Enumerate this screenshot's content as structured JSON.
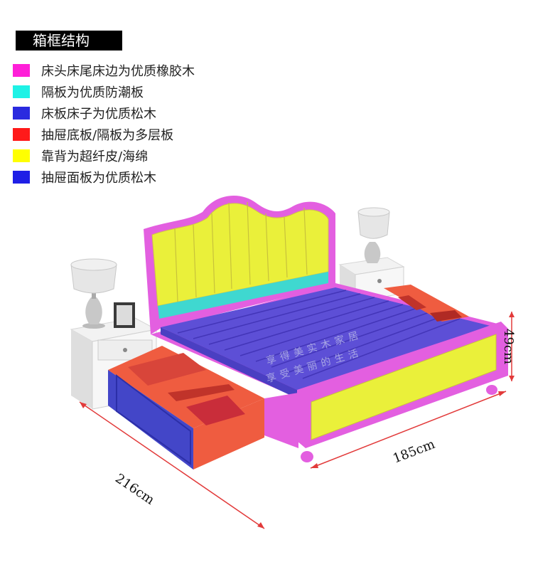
{
  "title": "箱框结构",
  "legend": [
    {
      "label": "床头床尾床边为优质橡胶木",
      "color": "#ff1fd8"
    },
    {
      "label": "隔板为优质防潮板",
      "color": "#1ef2e6"
    },
    {
      "label": "床板床子为优质松木",
      "color": "#2a2adf"
    },
    {
      "label": "抽屉底板/隔板为多层板",
      "color": "#ff1a1a"
    },
    {
      "label": "靠背为超纤皮/海绵",
      "color": "#ffff00"
    },
    {
      "label": "抽屉面板为优质松木",
      "color": "#1f1fe6"
    }
  ],
  "dimensions": {
    "length": "216cm",
    "width": "185cm",
    "height": "49cm"
  },
  "watermark": {
    "line1": "享得美实木家居",
    "line2": "享受美丽的生活"
  },
  "colors": {
    "frame": "#e35fe0",
    "backrest": "#eaf03a",
    "partition": "#3fd8d0",
    "slats": "#5d4fd6",
    "drawer_panel": "#4346c8",
    "drawer_inner": "#ef5c40",
    "dimension_line": "#e23a3a"
  }
}
